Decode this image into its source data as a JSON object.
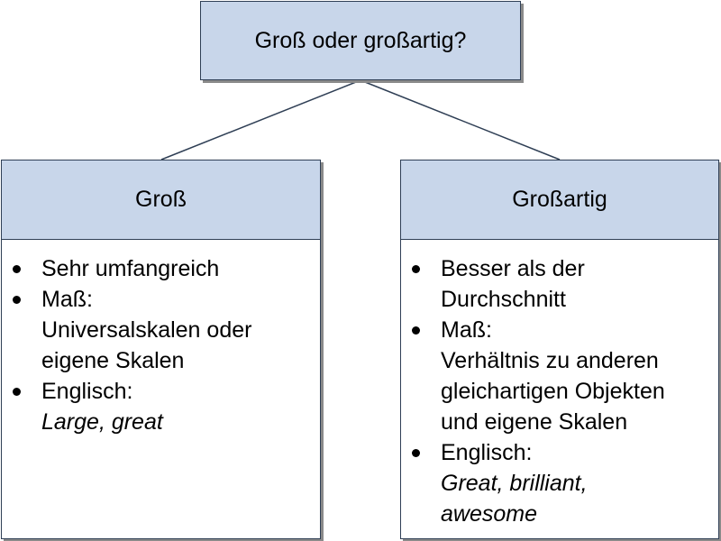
{
  "root": {
    "title": "Groß oder großartig?"
  },
  "left": {
    "title": "Groß",
    "items": [
      {
        "lines": [
          "Sehr umfangreich"
        ]
      },
      {
        "lines": [
          "Maß:",
          "Universalskalen oder",
          "eigene Skalen"
        ]
      },
      {
        "lines": [
          "Englisch:"
        ],
        "italic": "Large, great"
      }
    ]
  },
  "right": {
    "title": "Großartig",
    "items": [
      {
        "lines": [
          "Besser als der",
          "Durchschnitt"
        ]
      },
      {
        "lines": [
          "Maß:",
          "Verhältnis zu anderen",
          "gleichartigen Objekten",
          "und eigene Skalen"
        ]
      },
      {
        "lines": [
          "Englisch:"
        ],
        "italic_lines": [
          "Great, brilliant,",
          "awesome"
        ]
      }
    ]
  },
  "colors": {
    "header_fill": "#c8d6ea",
    "border": "#2f3f55",
    "connector": "#2f3f55",
    "shadow": "#8a8a8a"
  }
}
